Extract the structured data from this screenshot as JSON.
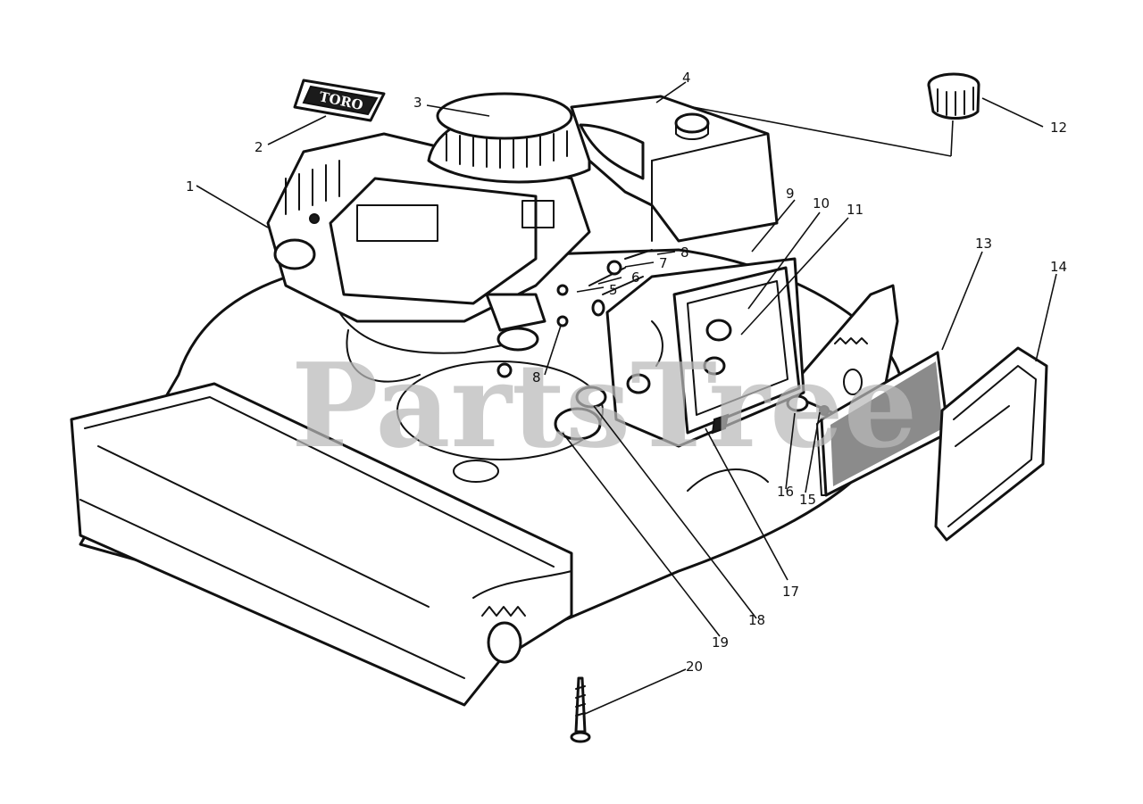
{
  "diagram": {
    "watermark": "PartsTree",
    "logo_text": "TORO",
    "callouts": [
      "1",
      "2",
      "3",
      "4",
      "5",
      "6",
      "7",
      "8",
      "8",
      "9",
      "10",
      "11",
      "12",
      "13",
      "14",
      "15",
      "16",
      "17",
      "18",
      "19",
      "20"
    ]
  }
}
